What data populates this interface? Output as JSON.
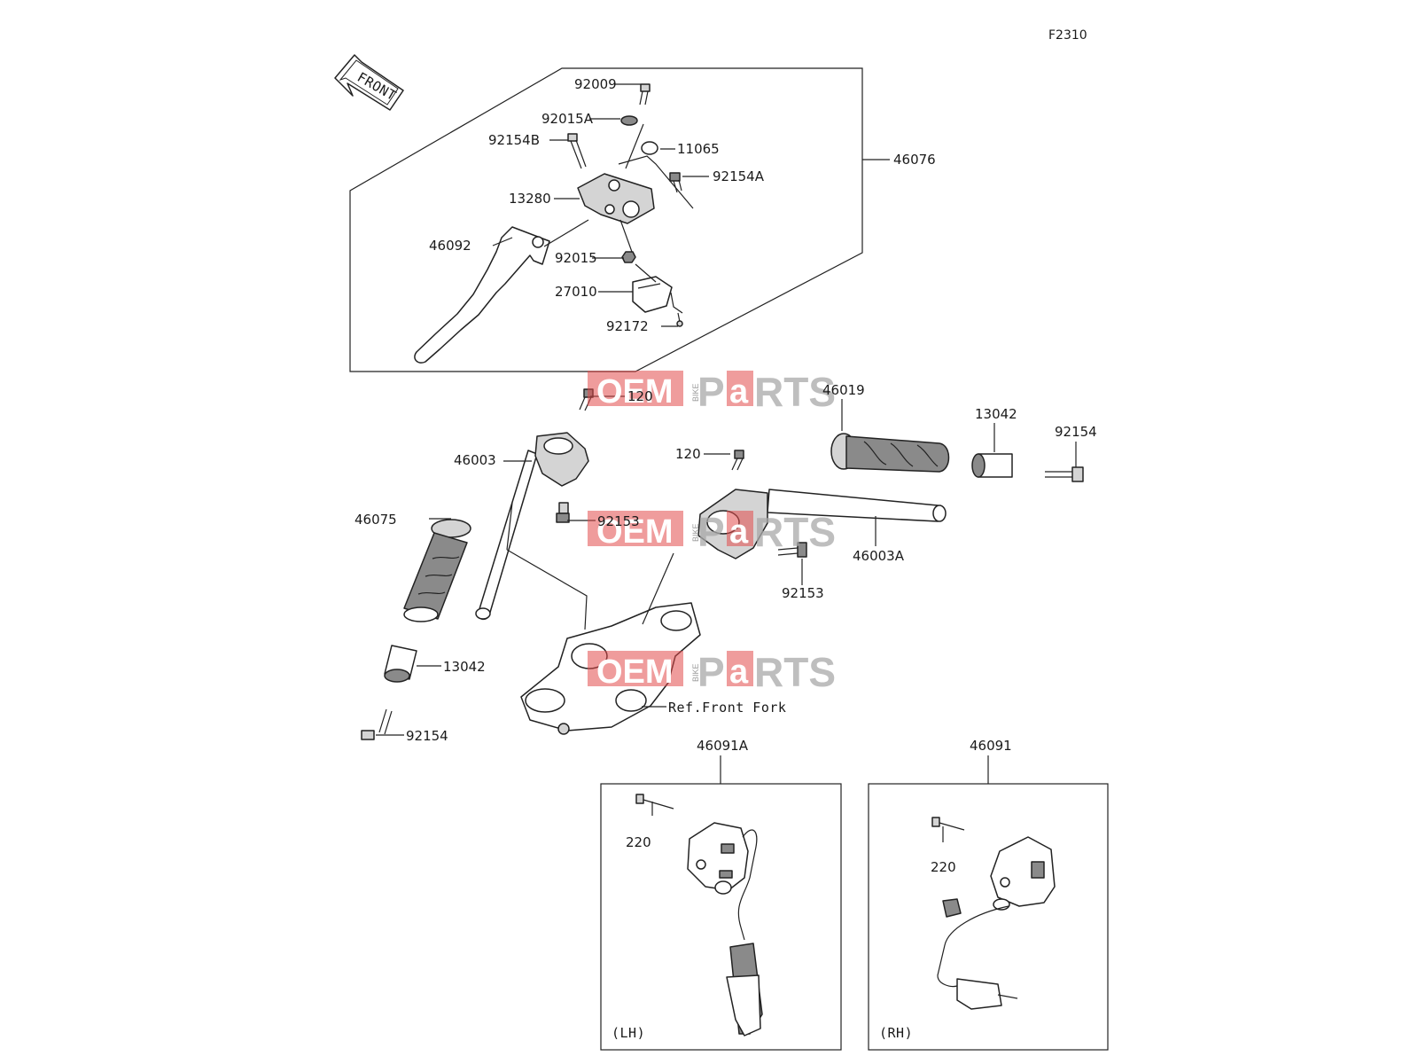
{
  "diagram_code": "F2310",
  "front_label": "FRONT",
  "watermark": {
    "part1": "OEM",
    "part2": "BIKE",
    "part3": "P",
    "part4": "a",
    "part5": "RTS"
  },
  "labels": {
    "p92009": "92009",
    "p92015A": "92015A",
    "p92154B": "92154B",
    "p11065": "11065",
    "p92154A": "92154A",
    "p46076": "46076",
    "p13280": "13280",
    "p46092": "46092",
    "p92015": "92015",
    "p27010": "27010",
    "p92172": "92172",
    "p120a": "120",
    "p46003": "46003",
    "p46019": "46019",
    "p13042a": "13042",
    "p92154a": "92154",
    "p120b": "120",
    "p92153a": "92153",
    "p46003A": "46003A",
    "p92153b": "92153",
    "p46075": "46075",
    "p13042b": "13042",
    "ref_front_fork": "Ref.Front Fork",
    "p92154b": "92154",
    "p46091A": "46091A",
    "p46091": "46091",
    "p220a": "220",
    "p220b": "220",
    "lh": "(LH)",
    "rh": "(RH)"
  }
}
